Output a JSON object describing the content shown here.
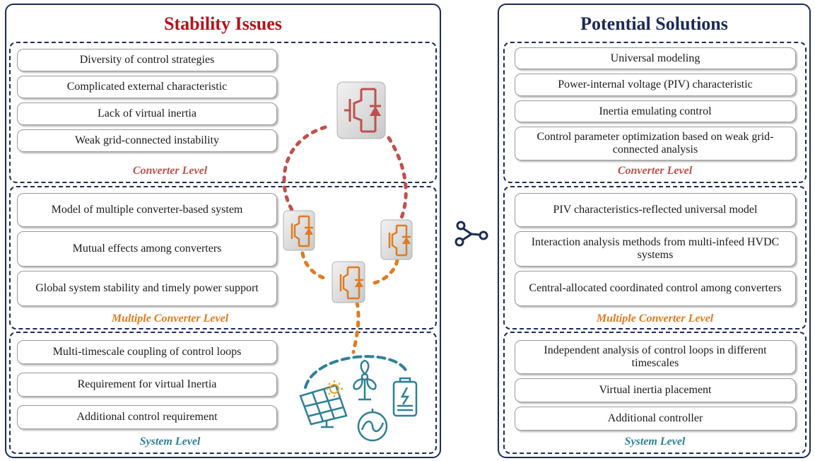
{
  "left": {
    "title": "Stability Issues",
    "groups": [
      {
        "level_label": "Converter Level",
        "items": [
          "Diversity of control strategies",
          "Complicated external characteristic",
          "Lack of virtual inertia",
          "Weak grid-connected instability"
        ]
      },
      {
        "level_label": "Multiple Converter Level",
        "items": [
          "Model of multiple converter-based system",
          "Mutual effects among converters",
          "Global system stability and timely power support"
        ]
      },
      {
        "level_label": "System Level",
        "items": [
          "Multi-timescale coupling of control loops",
          "Requirement for virtual Inertia",
          "Additional control requirement"
        ]
      }
    ]
  },
  "right": {
    "title": "Potential Solutions",
    "groups": [
      {
        "level_label": "Converter Level",
        "items": [
          "Universal modeling",
          "Power-internal voltage (PIV) characteristic",
          "Inertia emulating control",
          "Control parameter optimization based on weak grid-connected analysis"
        ]
      },
      {
        "level_label": "Multiple Converter Level",
        "items": [
          "PIV characteristics-reflected universal model",
          "Interaction analysis methods from multi-infeed HVDC systems",
          "Central-allocated coordinated control among converters"
        ]
      },
      {
        "level_label": "System Level",
        "items": [
          "Independent analysis of control loops in different timescales",
          "Virtual inertia placement",
          "Additional controller"
        ]
      }
    ]
  },
  "icons": [
    "converter-switch-icon",
    "connection-link-icon",
    "solar-panel-icon",
    "sun-icon",
    "wind-turbine-icon",
    "battery-icon",
    "ac-generator-icon"
  ],
  "colors": {
    "frame": "#1b2a57",
    "title_red": "#b5121b",
    "converter": "#c0504d",
    "multiple": "#e07b20",
    "system": "#2e8096"
  }
}
